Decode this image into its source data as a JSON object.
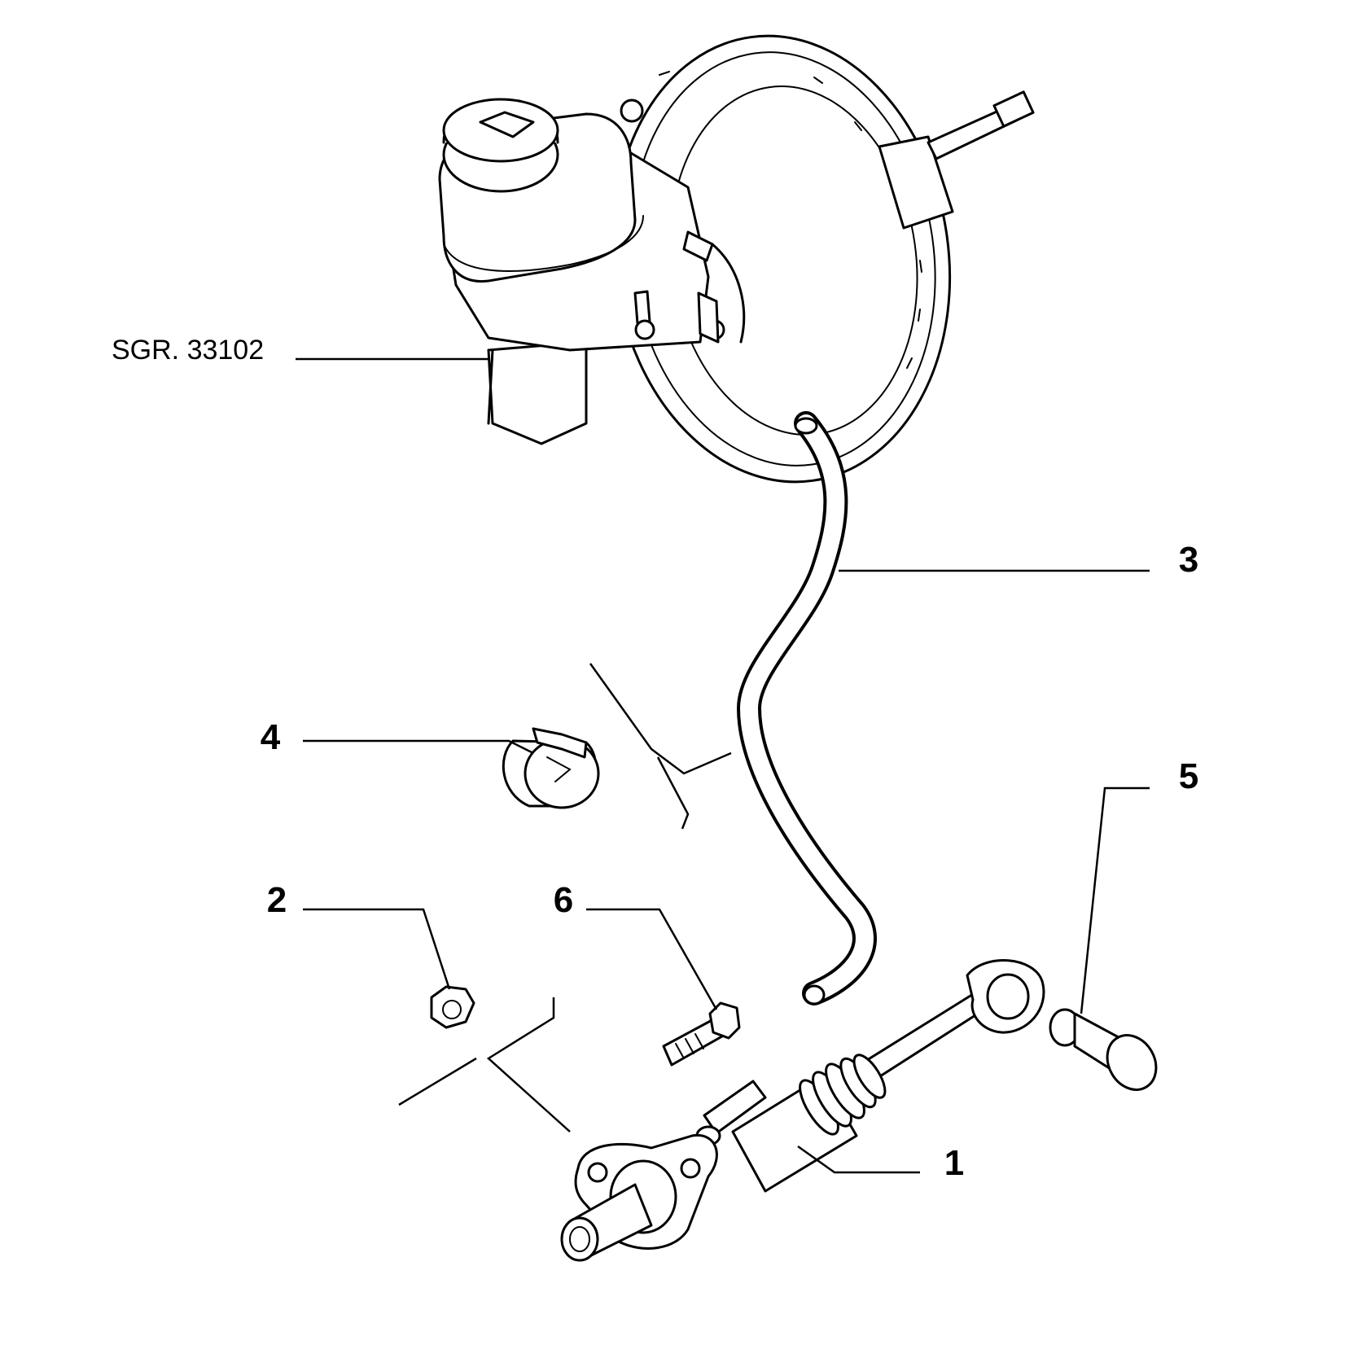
{
  "callouts": {
    "ref_group": "SGR. 33102",
    "item_1": "1",
    "item_2": "2",
    "item_3": "3",
    "item_4": "4",
    "item_5": "5",
    "item_6": "6"
  }
}
